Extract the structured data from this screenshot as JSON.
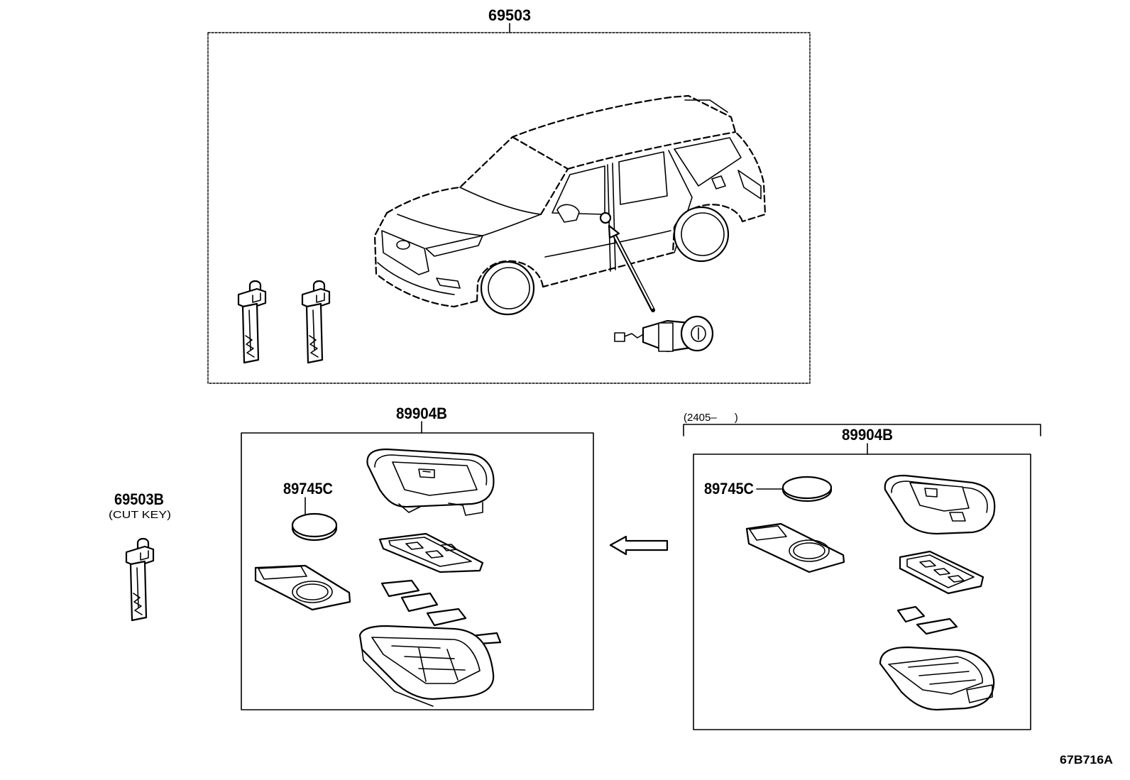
{
  "figure": {
    "assembly": {
      "part_no": "69503"
    },
    "left_kit": {
      "part_no": "89904B",
      "battery_part_no": "89745C"
    },
    "right_kit": {
      "date_range": "(2405–      )",
      "part_no": "89904B",
      "battery_part_no": "89745C"
    },
    "cut_key": {
      "part_no": "69503B",
      "note": "(CUT KEY)"
    },
    "illustration_code": "67B716A"
  },
  "colors": {
    "line": "#000000",
    "background": "#ffffff"
  }
}
